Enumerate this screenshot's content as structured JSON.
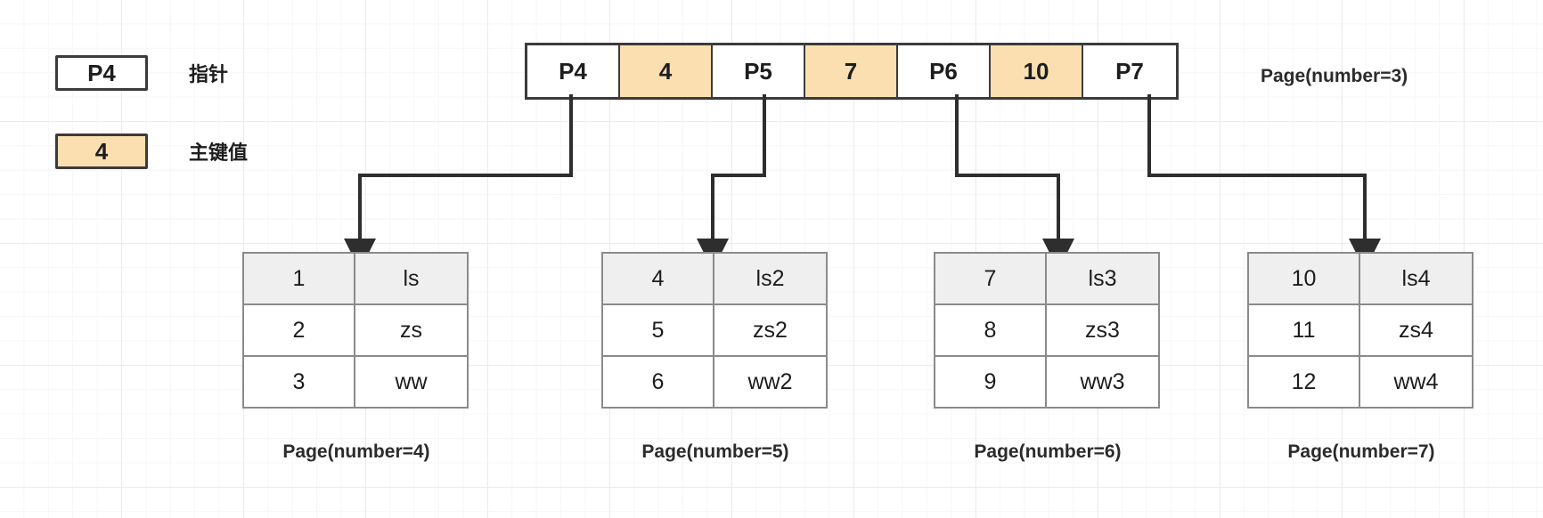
{
  "legend": {
    "pointer": {
      "box_label": "P4",
      "text": "指针"
    },
    "key": {
      "box_label": "4",
      "text": "主键值"
    }
  },
  "root": {
    "label": "Page(number=3)",
    "cells": [
      {
        "text": "P4",
        "type": "pointer"
      },
      {
        "text": "4",
        "type": "key"
      },
      {
        "text": "P5",
        "type": "pointer"
      },
      {
        "text": "7",
        "type": "key"
      },
      {
        "text": "P6",
        "type": "pointer"
      },
      {
        "text": "10",
        "type": "key"
      },
      {
        "text": "P7",
        "type": "pointer"
      }
    ]
  },
  "leaves": [
    {
      "label": "Page(number=4)",
      "rows": [
        {
          "id": "1",
          "name": "ls"
        },
        {
          "id": "2",
          "name": "zs"
        },
        {
          "id": "3",
          "name": "ww"
        }
      ]
    },
    {
      "label": "Page(number=5)",
      "rows": [
        {
          "id": "4",
          "name": "ls2"
        },
        {
          "id": "5",
          "name": "zs2"
        },
        {
          "id": "6",
          "name": "ww2"
        }
      ]
    },
    {
      "label": "Page(number=6)",
      "rows": [
        {
          "id": "7",
          "name": "ls3"
        },
        {
          "id": "8",
          "name": "zs3"
        },
        {
          "id": "9",
          "name": "ww3"
        }
      ]
    },
    {
      "label": "Page(number=7)",
      "rows": [
        {
          "id": "10",
          "name": "ls4"
        },
        {
          "id": "11",
          "name": "zs4"
        },
        {
          "id": "12",
          "name": "ww4"
        }
      ]
    }
  ],
  "colors": {
    "key_fill": "#fbdfb1",
    "node_stroke": "#3b3b3b",
    "leaf_stroke": "#8a8a8a",
    "leaf_head_fill": "#efefef",
    "text": "#1d1d1d",
    "grid": "#ececec"
  },
  "connections": [
    {
      "from": "P4",
      "to": "Page(number=4)"
    },
    {
      "from": "P5",
      "to": "Page(number=5)"
    },
    {
      "from": "P6",
      "to": "Page(number=6)"
    },
    {
      "from": "P7",
      "to": "Page(number=7)"
    }
  ]
}
